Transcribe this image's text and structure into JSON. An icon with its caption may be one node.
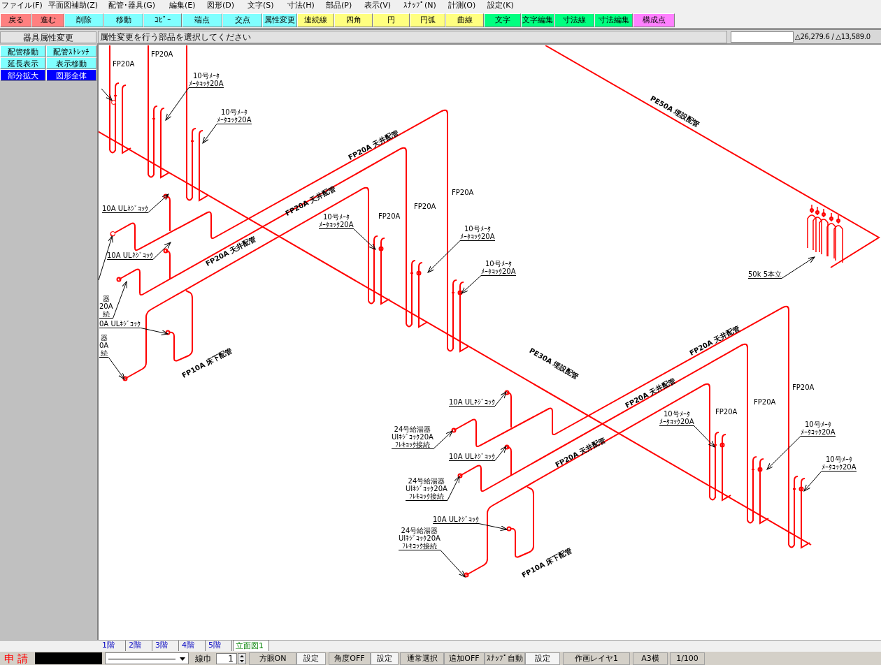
{
  "diagram": {
    "nodes": [
      {
        "text": [
          "10号ﾒｰﾀ",
          "ﾒｰﾀｺｯｸ20A"
        ]
      },
      {
        "text": [
          "10号ﾒｰﾀ",
          "ﾒｰﾀｺｯｸ20A"
        ]
      },
      {
        "text": [
          "10A ULﾈｼﾞｺｯｸ"
        ]
      },
      {
        "text": [
          "10A ULﾈｼﾞｺｯｸ"
        ]
      },
      {
        "text": [
          "器",
          "20A",
          "続"
        ]
      },
      {
        "text": [
          "0A ULﾈｼﾞｺｯｸ"
        ]
      },
      {
        "text": [
          "器",
          "0A",
          "続"
        ]
      },
      {
        "text": [
          "10号ﾒｰﾀ",
          "ﾒｰﾀｺｯｸ20A"
        ]
      },
      {
        "text": [
          "10号ﾒｰﾀ",
          "ﾒｰﾀｺｯｸ20A"
        ]
      },
      {
        "text": [
          "10号ﾒｰﾀ",
          "ﾒｰﾀｺｯｸ20A"
        ]
      },
      {
        "text": [
          "50k 5本立"
        ]
      },
      {
        "text": [
          "10A ULﾈｼﾞｺｯｸ"
        ]
      },
      {
        "text": [
          "24号給湯器",
          "UIﾈｼﾞｺｯｸ20A",
          "ﾌﾚｷｺｯｸ接続"
        ]
      },
      {
        "text": [
          "10号ﾒｰﾀ",
          "ﾒｰﾀｺｯｸ20A"
        ]
      },
      {
        "text": [
          "10号ﾒｰﾀ",
          "ﾒｰﾀｺｯｸ20A"
        ]
      },
      {
        "text": [
          "10A ULﾈｼﾞｺｯｸ"
        ]
      },
      {
        "text": [
          "10号ﾒｰﾀ",
          "ﾒｰﾀｺｯｸ20A"
        ]
      },
      {
        "text": [
          "24号給湯器",
          "UIﾈｼﾞｺｯｸ20A",
          "ﾌﾚｷｺｯｸ接続"
        ]
      },
      {
        "text": [
          "10A ULﾈｼﾞｺｯｸ"
        ]
      },
      {
        "text": [
          "24号給湯器",
          "UIﾈｼﾞｺｯｸ20A",
          "ﾌﾚｷｺｯｸ接続"
        ]
      },
      {
        "text": [],
        "shape": "circle"
      },
      {
        "text": [],
        "shape": "circle"
      },
      {
        "text": [],
        "shape": "box"
      }
    ],
    "edges": [
      {
        "from": 0,
        "to": null,
        "arrow": "to"
      },
      {
        "from": 1,
        "to": null,
        "arrow": "to"
      },
      {
        "from": 2,
        "to": null,
        "arrow": "to"
      },
      {
        "from": 3,
        "to": null,
        "arrow": "to"
      },
      {
        "from": 4,
        "to": null,
        "arrow": "to"
      },
      {
        "from": 5,
        "to": null,
        "arrow": "to"
      },
      {
        "from": 6,
        "to": null,
        "arrow": "to"
      },
      {
        "from": 7,
        "to": null,
        "arrow": "to"
      },
      {
        "from": 8,
        "to": null,
        "arrow": "to"
      },
      {
        "from": 9,
        "to": null,
        "arrow": "to"
      },
      {
        "from": 10,
        "to": null,
        "arrow": "to"
      },
      {
        "from": 11,
        "to": null,
        "arrow": "to"
      },
      {
        "from": 12,
        "to": null,
        "arrow": "to"
      },
      {
        "from": 13,
        "to": null,
        "arrow": "to"
      },
      {
        "from": 14,
        "to": null,
        "arrow": "to"
      },
      {
        "from": 15,
        "to": null,
        "arrow": "to"
      },
      {
        "from": 16,
        "to": null,
        "arrow": "to"
      },
      {
        "from": 17,
        "to": null,
        "arrow": "to"
      },
      {
        "from": 18,
        "to": null,
        "arrow": "to"
      },
      {
        "from": 19,
        "to": null,
        "arrow": "to"
      },
      {
        "from": null,
        "to": 20,
        "arrow": "to"
      },
      {
        "from": null,
        "to": 21,
        "arrow": "to"
      }
    ],
    "labels": [
      "ファイル(F)",
      "平面図補助(Z)",
      "配管･器具(G)",
      "編集(E)",
      "図形(D)",
      "文字(S)",
      "寸法(H)",
      "部品(P)",
      "表示(V)",
      "ｽﾅｯﾌﾟ(N)",
      "計測(O)",
      "設定(K)",
      "戻る",
      "進む",
      "削除",
      "移動",
      "ｺﾋﾟｰ",
      "端点",
      "交点",
      "属性変更",
      "連続線",
      "四角",
      "円",
      "円弧",
      "曲線",
      "文字",
      "文字編集",
      "寸法線",
      "寸法編集",
      "構成点",
      "器具属性変更",
      "属性変更を行う部品を選択してください",
      "△26,279.6 / △13,589.0",
      "配管移動",
      "配管ｽﾄﾚｯﾁ",
      "延長表示",
      "表示移動",
      "部分拡大",
      "図形全体",
      "FP20A",
      "FP20A",
      "PE50A 埋設配管",
      "FP20A 天井配管",
      "FP20A",
      "FP20A 天井配管",
      "FP20A",
      "FP20A",
      "FP20A 天井配管",
      "FP10A 床下配管",
      "FP20A 天井配管",
      "PE30A 埋設配管",
      "FP20A",
      "FP20A 天井配管",
      "FP20A",
      "FP20A",
      "FP20A 天井配管",
      "FP10A 床下配管",
      "1階",
      "2階",
      "3階",
      "4階",
      "5階",
      "立面図1",
      "申 請",
      "線巾",
      "1",
      "方眼ON",
      "設定",
      "角度OFF",
      "設定",
      "通常選択",
      "追加OFF",
      "ｽﾅｯﾌﾟ自動",
      "設定",
      "作画レイヤ1",
      "A3横",
      "1/100"
    ]
  }
}
